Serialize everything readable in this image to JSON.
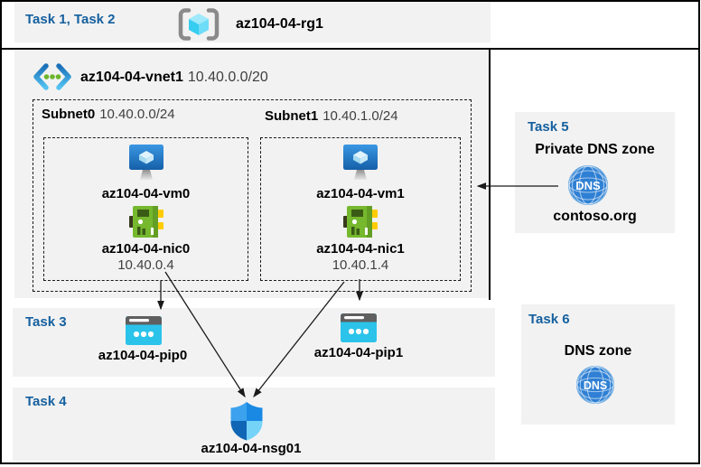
{
  "colors": {
    "task_label_blue": "#15609f",
    "panel_gray": "#f2f2f2",
    "entity_text": "#000000",
    "secondary_text": "#3f3f3f",
    "vm_blue": "#2b7fd0",
    "nic_green": "#76b82e",
    "pip_cyan": "#2bc3ea",
    "nsg_blue": "#1989e4",
    "dns_blue": "#2f80d4"
  },
  "header": {
    "tasks_label": "Task 1, Task 2",
    "resource_group_icon": "resource-group-icon",
    "resource_group_name": "az104-04-rg1"
  },
  "vnet": {
    "icon": "virtual-network-icon",
    "name": "az104-04-vnet1",
    "cidr": "10.40.0.0/20",
    "subnets": [
      {
        "name": "Subnet0",
        "cidr": "10.40.0.0/24",
        "vm_icon": "virtual-machine-icon",
        "vm_name": "az104-04-vm0",
        "nic_icon": "network-interface-icon",
        "nic_name": "az104-04-nic0",
        "private_ip": "10.40.0.4"
      },
      {
        "name": "Subnet1",
        "cidr": "10.40.1.0/24",
        "vm_icon": "virtual-machine-icon",
        "vm_name": "az104-04-vm1",
        "nic_icon": "network-interface-icon",
        "nic_name": "az104-04-nic1",
        "private_ip": "10.40.1.4"
      }
    ]
  },
  "task3": {
    "label": "Task 3",
    "public_ips": [
      {
        "icon": "public-ip-icon",
        "name": "az104-04-pip0"
      },
      {
        "icon": "public-ip-icon",
        "name": "az104-04-pip1"
      }
    ]
  },
  "task4": {
    "label": "Task 4",
    "nsg_icon": "network-security-group-icon",
    "nsg_name": "az104-04-nsg01"
  },
  "task5": {
    "label": "Task 5",
    "title": "Private DNS zone",
    "icon": "dns-zone-icon",
    "dns_badge": "DNS",
    "zone_name": "contoso.org"
  },
  "task6": {
    "label": "Task 6",
    "title": "DNS zone",
    "icon": "dns-zone-icon",
    "dns_badge": "DNS"
  },
  "connections": [
    "nic0-to-pip0",
    "nic0-to-nsg",
    "nic1-to-pip1",
    "nic1-to-nsg",
    "private-dns-to-subnet1"
  ]
}
